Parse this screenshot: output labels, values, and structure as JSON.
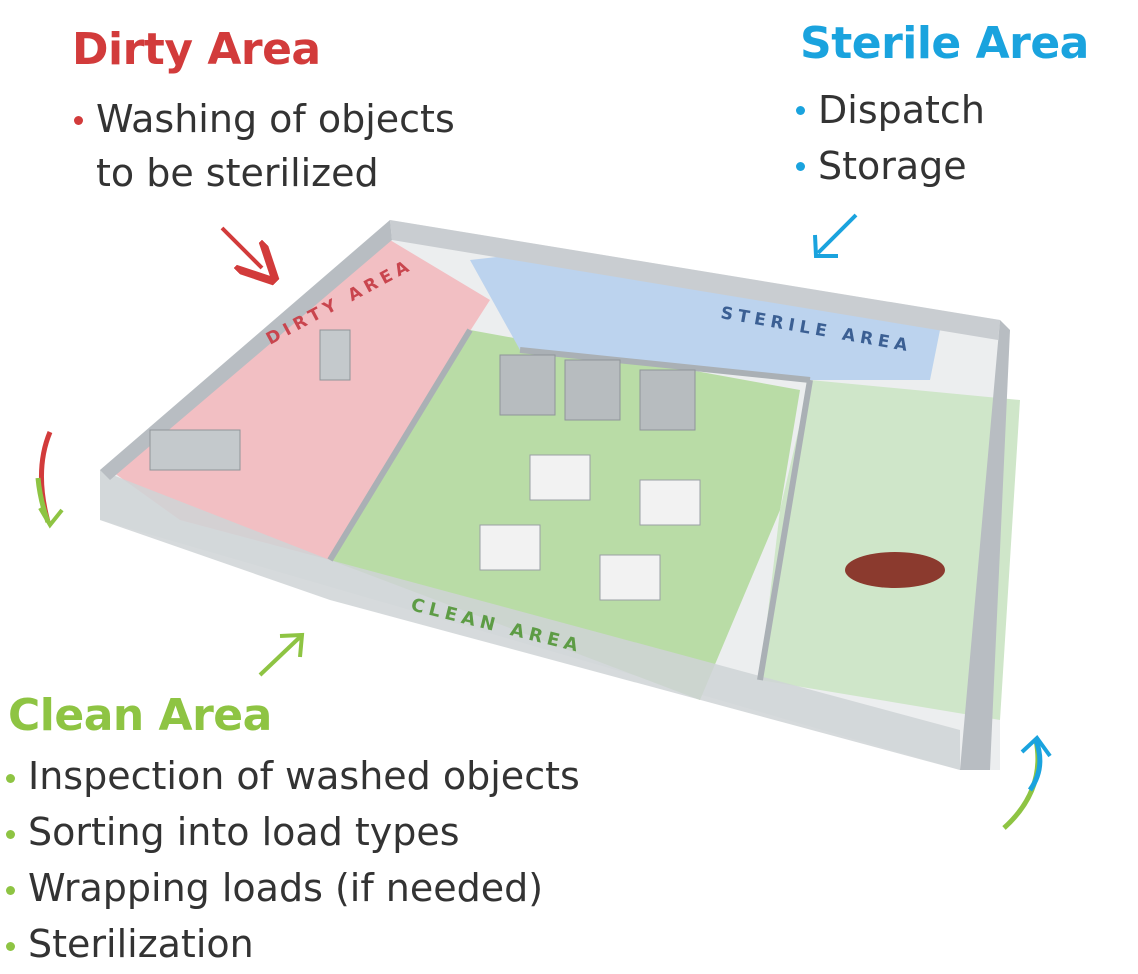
{
  "dirty": {
    "title": "Dirty Area",
    "items": [
      "Washing of objects to be sterilized"
    ],
    "line1": "Washing of objects",
    "line2": "to be sterilized"
  },
  "sterile": {
    "title": "Sterile Area",
    "items": [
      "Dispatch",
      "Storage"
    ]
  },
  "clean": {
    "title": "Clean Area",
    "items": [
      "Inspection of washed objects",
      "Sorting into load types",
      "Wrapping loads (if needed)",
      "Sterilization"
    ]
  },
  "floor_labels": {
    "dirty": "DIRTY AREA",
    "sterile": "STERILE AREA",
    "clean": "CLEAN AREA"
  },
  "colors": {
    "dirty": "#d23b3b",
    "sterile": "#1aa3de",
    "clean": "#8ec443",
    "text": "#333333"
  }
}
